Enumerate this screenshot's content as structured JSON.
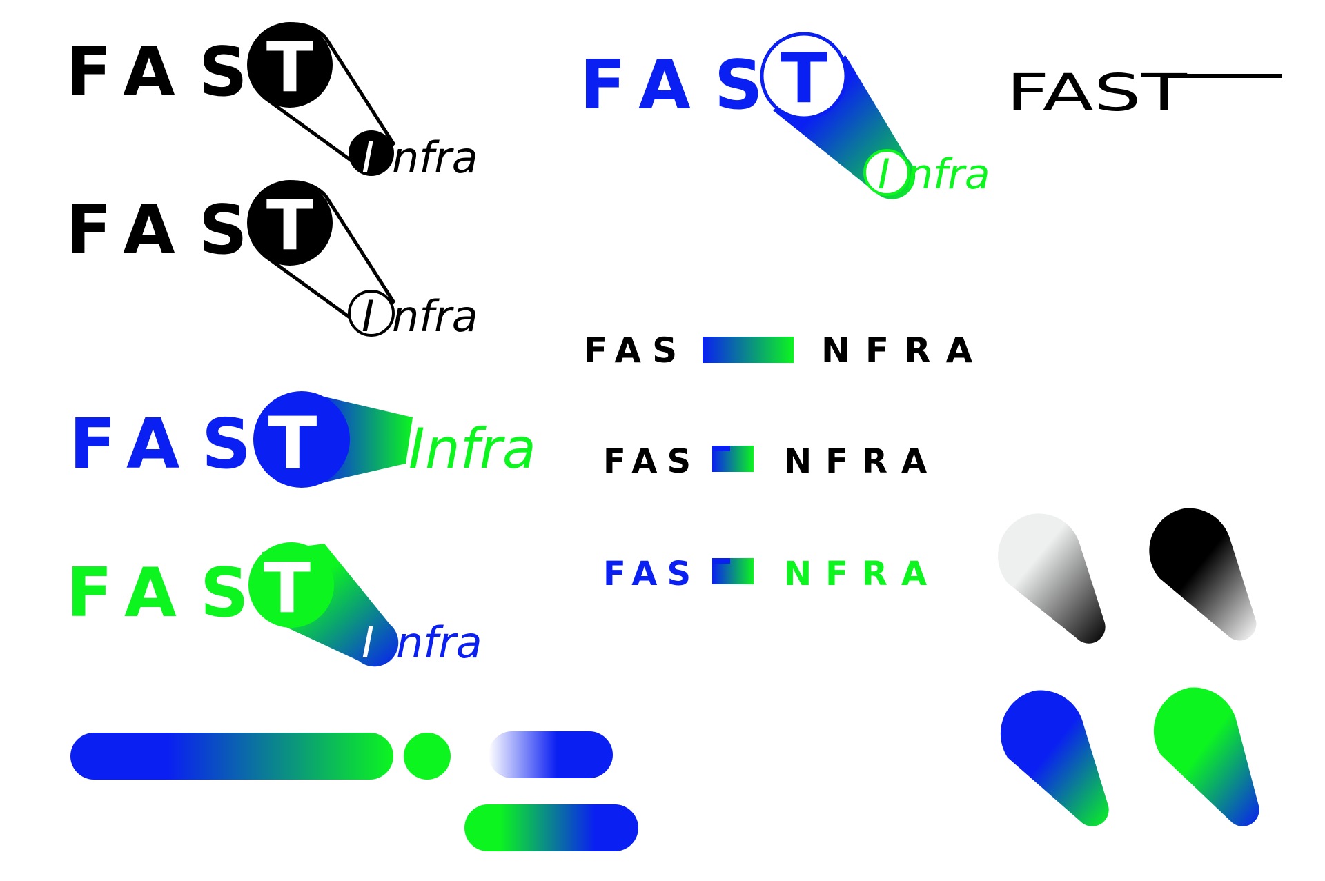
{
  "colors": {
    "black": "#000000",
    "blue": "#0a1ff2",
    "green": "#0cf51f",
    "light_gray": "#eef0ef"
  },
  "wordmark": {
    "fast_letters": [
      "F",
      "A",
      "S"
    ],
    "t_letter": "T",
    "i_letter": "I",
    "infra_rest": "nfra",
    "fast_word": "FAST",
    "nfra_letters": [
      "N",
      "F",
      "R",
      "A"
    ]
  },
  "logo_variants": [
    "black-filled",
    "black-outline",
    "blue-green-horizontal",
    "green-blue",
    "blue-outline-gradient",
    "fast-minimal-line",
    "fast-infra-bar-black",
    "fast-infra-short-black",
    "fast-infra-short-color"
  ],
  "shapes": [
    "bar-pill-gradient",
    "dot-green",
    "pill-fade-blue",
    "pill-green-blue",
    "drop-gray",
    "drop-black",
    "drop-blue",
    "drop-green"
  ]
}
